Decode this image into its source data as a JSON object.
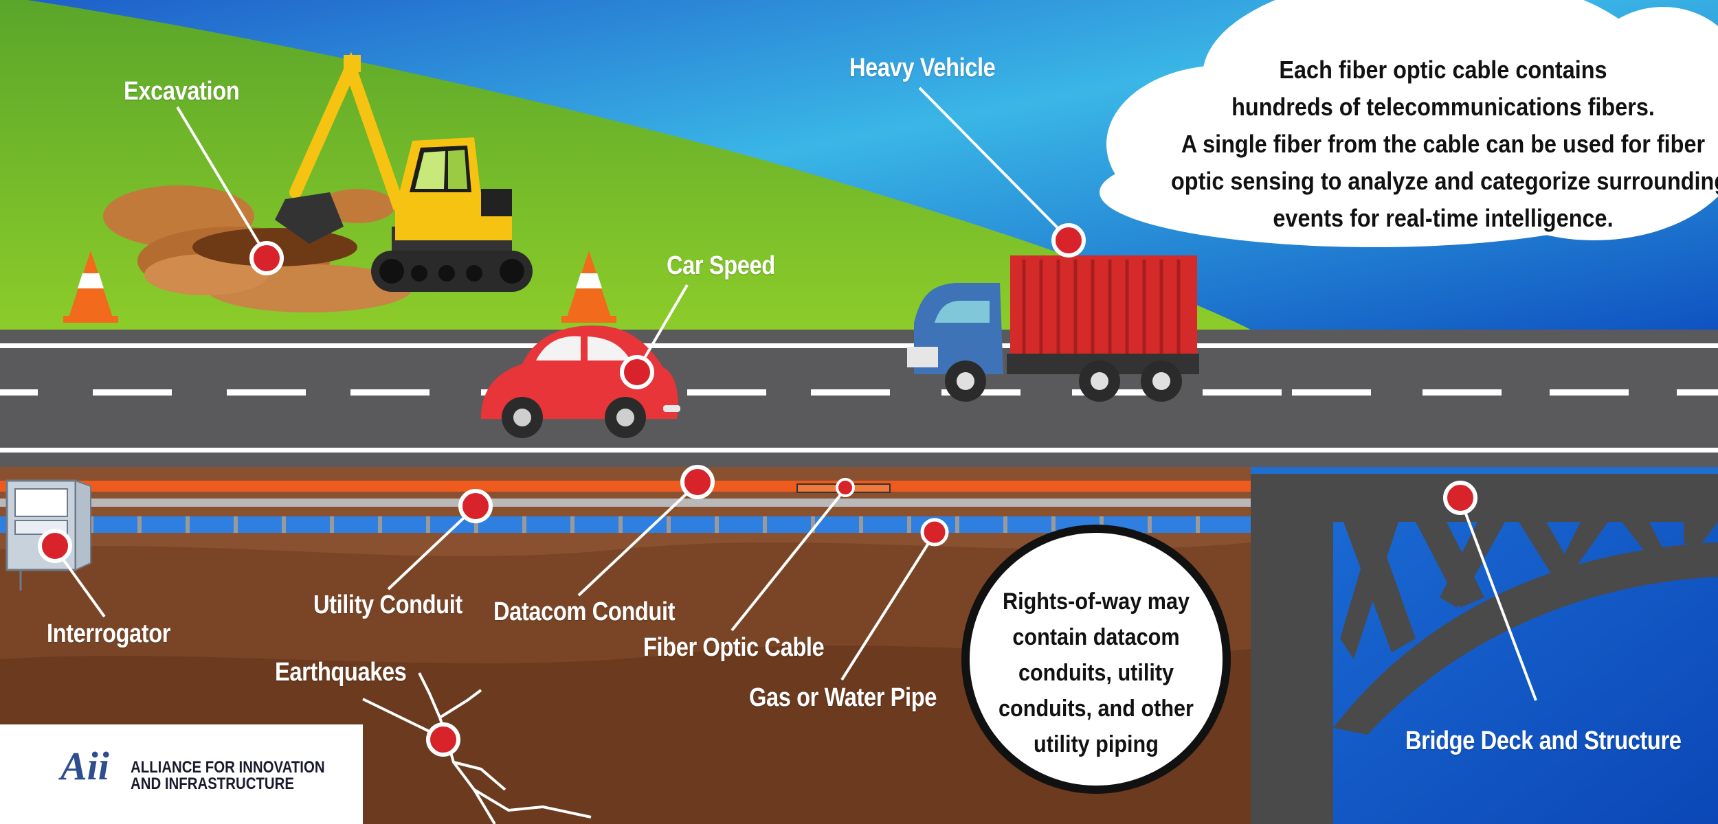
{
  "labels": {
    "excavation": "Excavation",
    "heavy_vehicle": "Heavy Vehicle",
    "car_speed": "Car Speed",
    "interrogator": "Interrogator",
    "utility_conduit": "Utility Conduit",
    "datacom_conduit": "Datacom Conduit",
    "fiber_optic_cable": "Fiber Optic Cable",
    "gas_or_water_pipe": "Gas or Water Pipe",
    "earthquakes": "Earthquakes",
    "bridge": "Bridge Deck and Structure"
  },
  "cloud_text": [
    "Each fiber optic cable contains",
    "hundreds of telecommunications fibers.",
    "A single fiber from the cable can be used for fiber",
    "optic sensing to analyze and categorize surrounding",
    "events for real-time intelligence."
  ],
  "circle_text": [
    "Rights-of-way may",
    "contain datacom",
    "conduits, utility",
    "conduits, and other",
    "utility piping"
  ],
  "logo": {
    "mark": "Aii",
    "line1": "ALLIANCE FOR INNOVATION",
    "line2": "AND INFRASTRUCTURE"
  },
  "colors": {
    "marker_red": "#d8232a",
    "grass": "#7cbd2a",
    "road": "#5a5a5c",
    "soil": "#7a4526",
    "sky": "#2b8fd8",
    "bridge_steel": "#4a4a4a",
    "orange_conduit": "#ef5a1e",
    "blue_pipe": "#2e7fe0"
  }
}
